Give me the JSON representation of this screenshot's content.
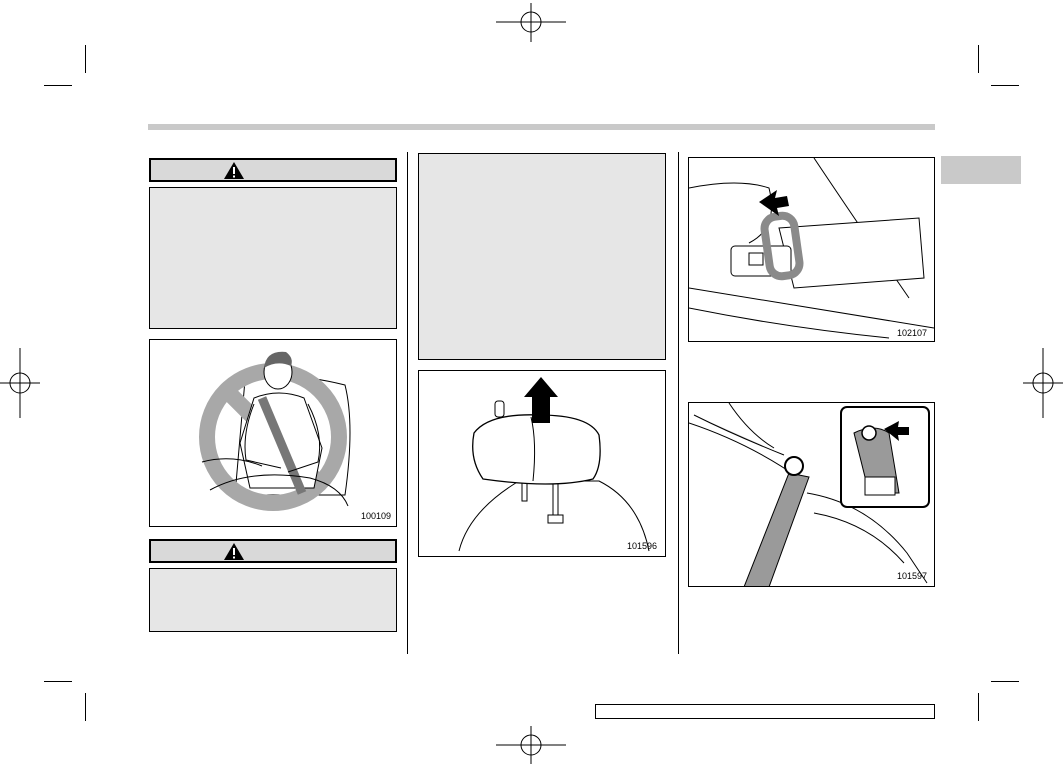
{
  "page": {
    "header_bar": "",
    "side_tab": "",
    "footer_box": ""
  },
  "left_column": {
    "warning_1": {
      "icon": "warning-triangle-icon",
      "body_text": ""
    },
    "figure_1": {
      "id": "100109"
    },
    "warning_2": {
      "icon": "warning-triangle-icon",
      "body_text": ""
    }
  },
  "middle_column": {
    "note_box": {
      "body_text": ""
    },
    "figure_2": {
      "id": "101596"
    }
  },
  "right_column": {
    "figure_3": {
      "id": "102107"
    },
    "figure_4": {
      "id": "101597"
    }
  },
  "colors": {
    "warning_fill": "#e6e6e6",
    "header_bar": "#c9c9c9",
    "prohibition_gray": "#a8a8a8",
    "belt_gray": "#9a9a9a"
  }
}
